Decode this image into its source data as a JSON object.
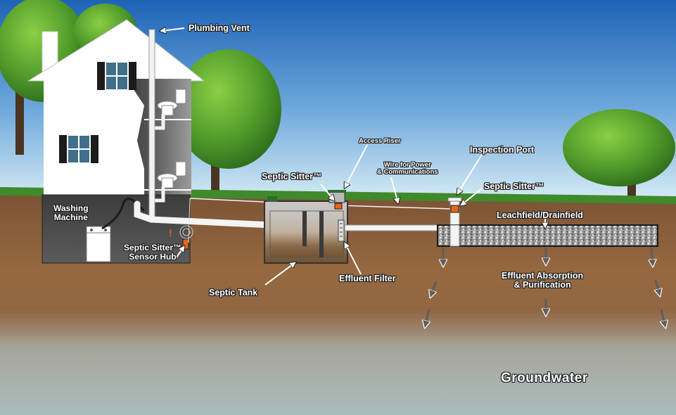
{
  "labels": {
    "plumbing_vent": "Plumbing Vent",
    "washing_machine_1": "Washing",
    "washing_machine_2": "Machine",
    "sensor_hub_1": "Septic Sitter™",
    "sensor_hub_2": "Sensor Hub",
    "septic_sitter_tank": "Septic Sitter™",
    "access_riser": "Access Riser",
    "wire_1": "Wire for Power",
    "wire_2": "& Communications",
    "inspection_port": "Inspection Port",
    "septic_sitter_port": "Septic Sitter™",
    "leachfield": "Leachfield/Drainfield",
    "effluent_absorption_1": "Effluent Absorption",
    "effluent_absorption_2": "& Purification",
    "septic_tank": "Septic Tank",
    "effluent_filter": "Effluent Filter",
    "groundwater": "Groundwater"
  },
  "colors": {
    "sky_top": "#1e63b5",
    "sky_bottom": "#cfe6f3",
    "grass": "#3f8a2a",
    "soil": "#8b5f3d",
    "soil_dark": "#6f4a2c",
    "groundwater": "#a7b4b3",
    "house": "#ffffff",
    "basement": "#4a4a4a",
    "sensor_orange": "#e8641e",
    "riser_green": "#2f6b2f"
  }
}
